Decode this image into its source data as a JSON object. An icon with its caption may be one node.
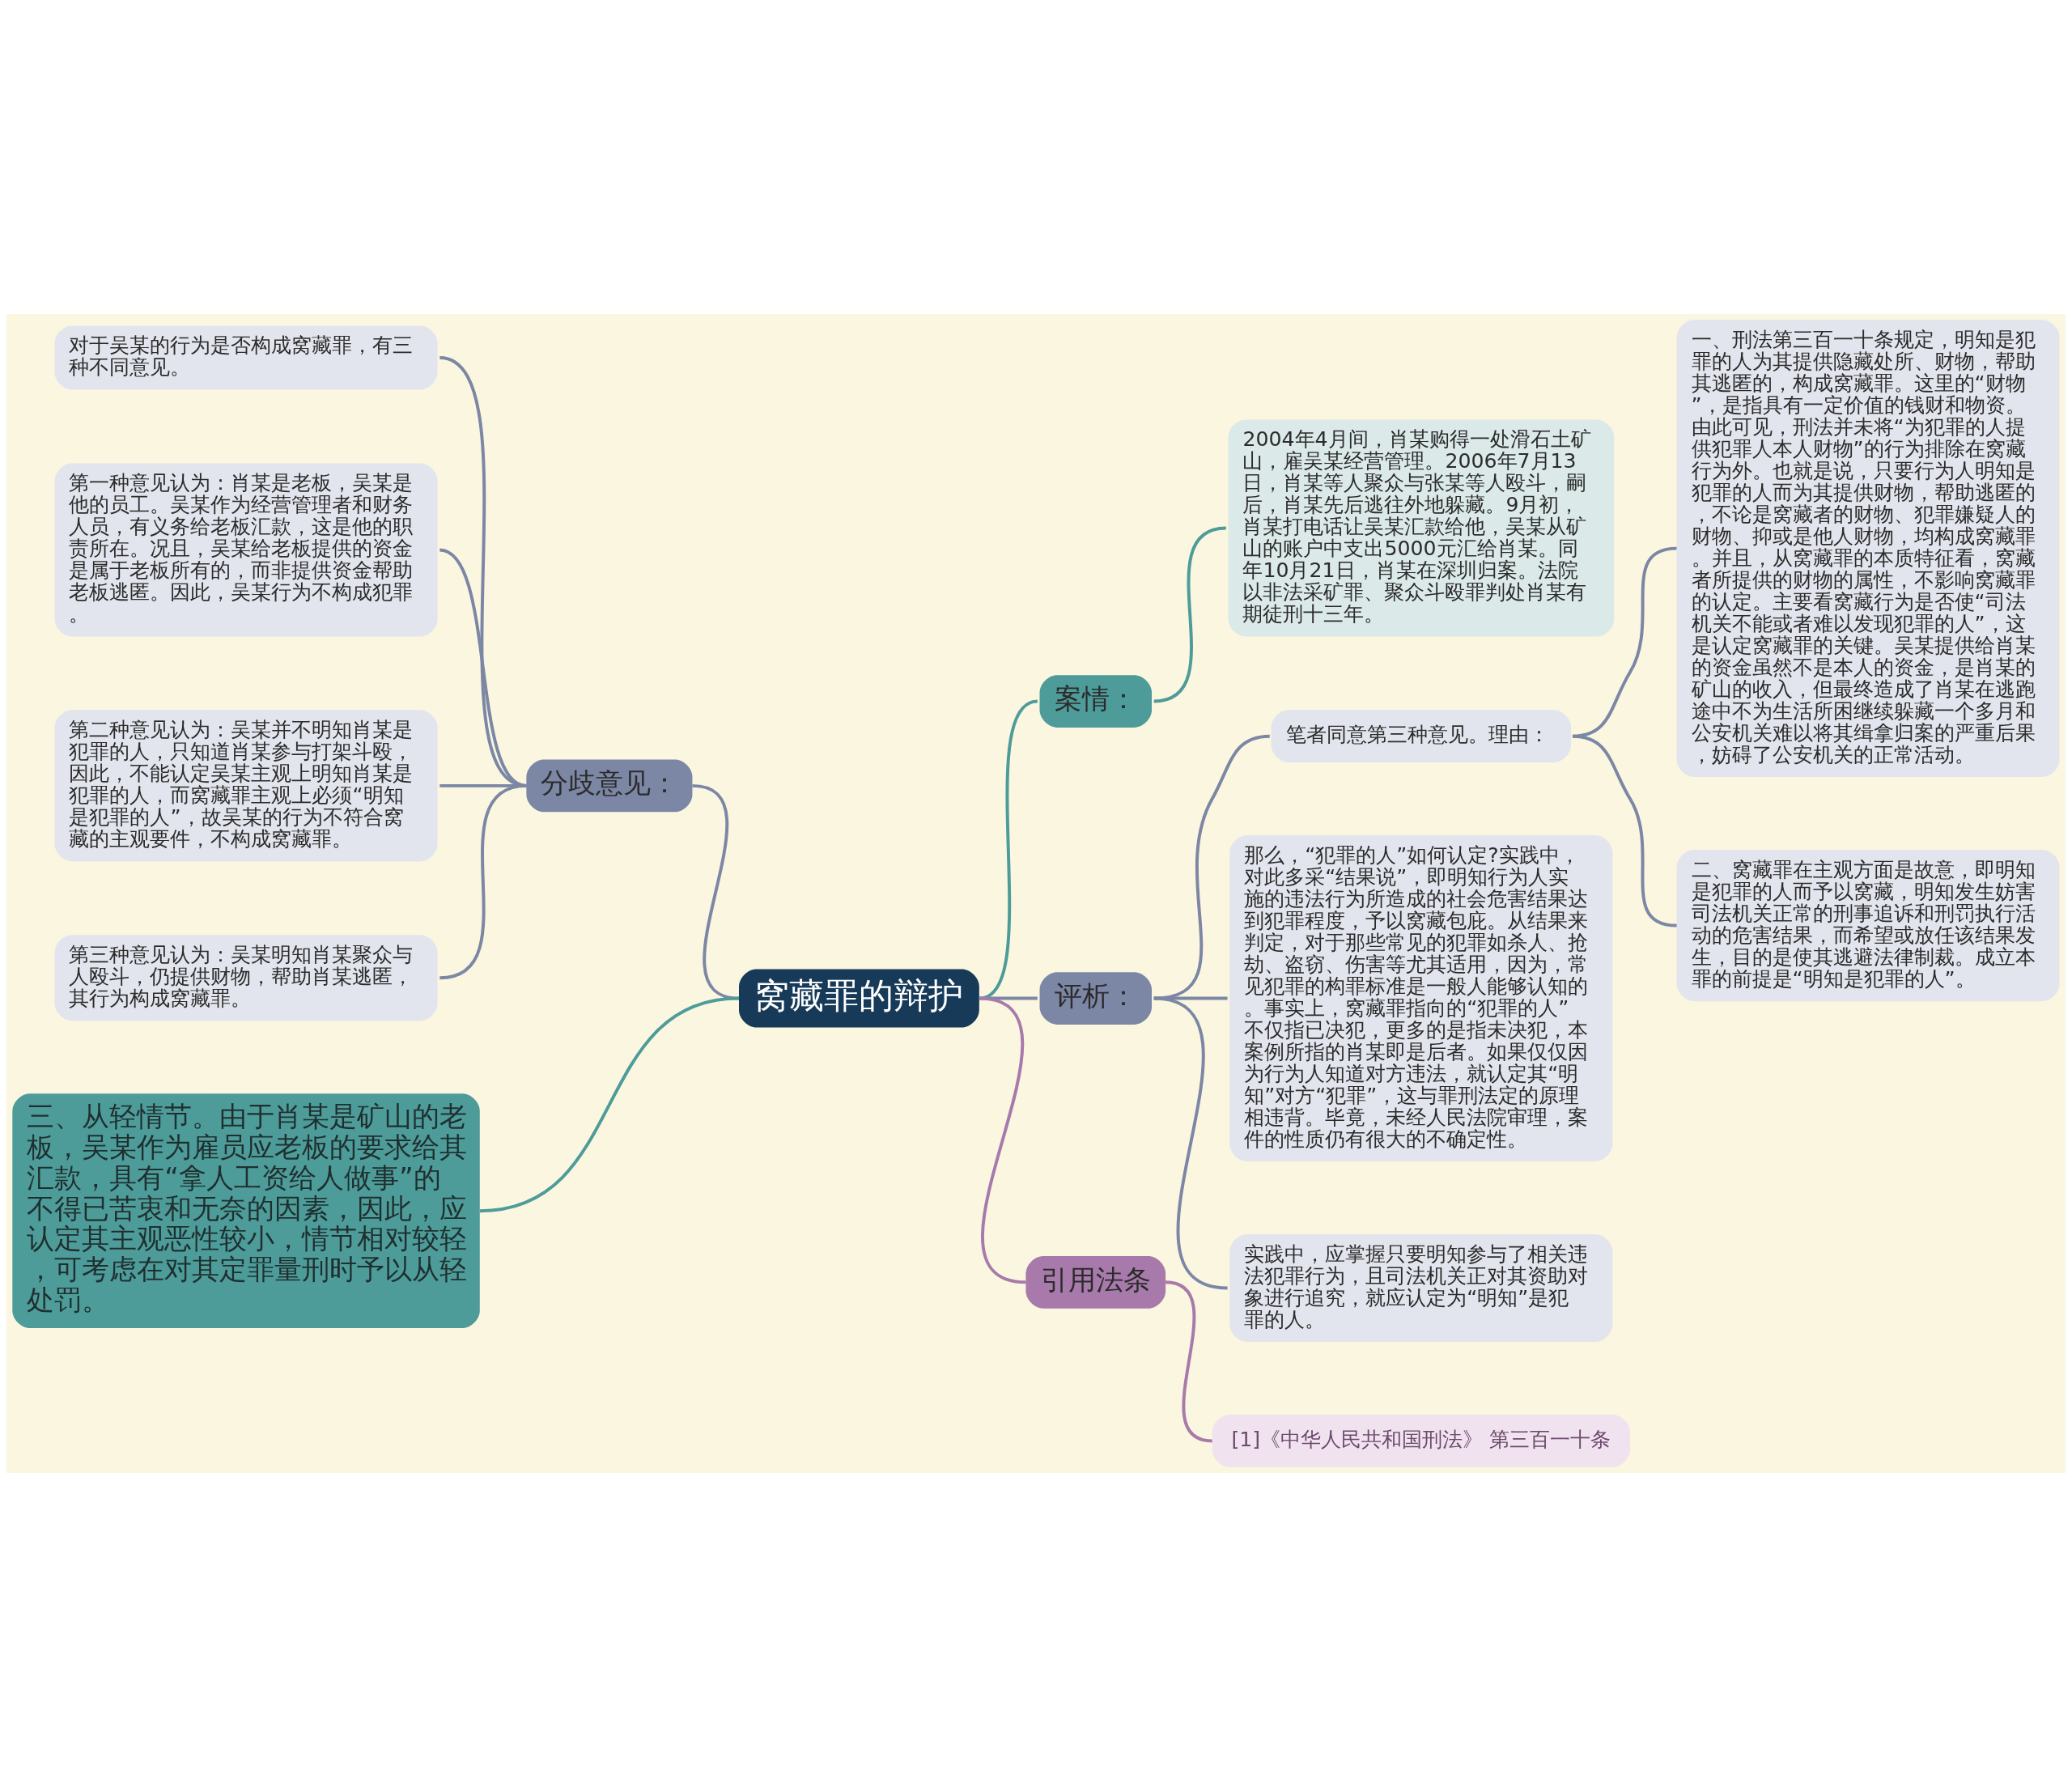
{
  "diagram": {
    "nodes": [
      {
        "text": [
          "窝藏罪的辩护"
        ]
      },
      {
        "text": [
          "分歧意见："
        ]
      },
      {
        "text": [
          "对于吴某的行为是否构成窝藏罪，有三种不同意见。"
        ]
      },
      {
        "text": [
          "第一种意见认为：肖某是老板，吴某是他的员工。吴某作为经营管理者和财务人员，有义务给老板汇款，这是他的职责所在。况且，吴某给老板提供的资金是属于老板所有的，而非提供资金帮助老板逃匿。因此，吴某行为不构成犯罪。"
        ]
      },
      {
        "text": [
          "第二种意见认为：吴某并不明知肖某是犯罪的人，只知道肖某参与打架斗殴，因此，不能认定吴某主观上明知肖某是犯罪的人，而窝藏罪主观上必须“明知是犯罪的人”，故吴某的行为不符合窝藏的主观要件，不构成窝藏罪。"
        ]
      },
      {
        "text": [
          "第三种意见认为：吴某明知肖某聚众与人殴斗，仍提供财物，帮助肖某逃匿，其行为构成窝藏罪。"
        ]
      },
      {
        "text": [
          "三、从轻情节。由于肖某是矿山的老板，吴某作为雇员应老板的要求给其汇款，具有“拿人工资给人做事”的不得已苦衷和无奈的因素，因此，应认定其主观恶性较小，情节相对较轻，可考虑在对其定罪量刑时予以从轻处罚。"
        ]
      },
      {
        "text": [
          "案情："
        ]
      },
      {
        "text": [
          "2004年4月间，肖某购得一处滑石土矿山，雇吴某经营管理。2006年7月13日，肖某等人聚众与张某等人殴斗，嗣后，肖某先后逃往外地躲藏。9月初，肖某打电话让吴某汇款给他，吴某从矿山的账户中支出5000元汇给肖某。同年10月21日，肖某在深圳归案。法院以非法采矿罪、聚众斗殴罪判处肖某有期徒刑十三年。"
        ]
      },
      {
        "text": [
          "评析："
        ]
      },
      {
        "text": [
          "笔者同意第三种意见。理由："
        ]
      },
      {
        "text": [
          "一、刑法第三百一十条规定，明知是犯罪的人为其提供隐藏处所、财物，帮助其逃匿的，构成窝藏罪。这里的“财物”，是指具有一定价值的钱财和物资。由此可见，刑法并未将“为犯罪的人提供犯罪人本人财物”的行为排除在窝藏行为外。也就是说，只要行为人明知是犯罪的人而为其提供财物，帮助逃匿的，不论是窝藏者的财物、犯罪嫌疑人的财物、抑或是他人财物，均构成窝藏罪。并且，从窝藏罪的本质特征看，窝藏者所提供的财物的属性，不影响窝藏罪的认定。主要看窝藏行为是否使“司法机关不能或者难以发现犯罪的人”，这是认定窝藏罪的关键。吴某提供给肖某的资金虽然不是本人的资金，是肖某的矿山的收入，但最终造成了肖某在逃跑途中不为生活所困继续躲藏一个多月和公安机关难以将其缉拿归案的严重后果，妨碍了公安机关的正常活动。"
        ]
      },
      {
        "text": [
          "二、窝藏罪在主观方面是故意，即明知是犯罪的人而予以窝藏，明知发生妨害司法机关正常的刑事追诉和刑罚执行活动的危害结果，而希望或放任该结果发生，目的是使其逃避法律制裁。成立本罪的前提是“明知是犯罪的人”。"
        ]
      },
      {
        "text": [
          "那么，“犯罪的人”如何认定?实践中，对此多采“结果说”，即明知行为人实施的违法行为所造成的社会危害结果达到犯罪程度，予以窝藏包庇。从结果来判定，对于那些常见的犯罪如杀人、抢劫、盗窃、伤害等尤其适用，因为，常见犯罪的构罪标准是一般人能够认知的。事实上，窝藏罪指向的“犯罪的人”不仅指已决犯，更多的是指未决犯，本案例所指的肖某即是后者。如果仅仅因为行为人知道对方违法，就认定其“明知”对方“犯罪”，这与罪刑法定的原理相违背。毕竟，未经人民法院审理，案件的性质仍有很大的不确定性。"
        ]
      },
      {
        "text": [
          "实践中，应掌握只要明知参与了相关违法犯罪行为，且司法机关正对其资助对象进行追究，就应认定为“明知”是犯罪的人。"
        ]
      },
      {
        "text": [
          "引用法条"
        ]
      },
      {
        "text": [
          "[1]《中华人民共和国刑法》 第三百一十条"
        ]
      }
    ],
    "edges": [
      {
        "from": 0,
        "to": 1,
        "arrow": "none"
      },
      {
        "from": 1,
        "to": 2,
        "arrow": "none"
      },
      {
        "from": 1,
        "to": 3,
        "arrow": "none"
      },
      {
        "from": 1,
        "to": 4,
        "arrow": "none"
      },
      {
        "from": 1,
        "to": 5,
        "arrow": "none"
      },
      {
        "from": 0,
        "to": 6,
        "arrow": "none",
        "color": "#4e9c9a"
      },
      {
        "from": 0,
        "to": 7,
        "arrow": "none",
        "color": "#4e9c9a"
      },
      {
        "from": 7,
        "to": 8,
        "arrow": "none",
        "color": "#4e9c9a"
      },
      {
        "from": 0,
        "to": 9,
        "arrow": "none"
      },
      {
        "from": 9,
        "to": 10,
        "arrow": "none"
      },
      {
        "from": 10,
        "to": 11,
        "arrow": "none"
      },
      {
        "from": 10,
        "to": 12,
        "arrow": "none"
      },
      {
        "from": 9,
        "to": 13,
        "arrow": "none"
      },
      {
        "from": 9,
        "to": 14,
        "arrow": "none"
      },
      {
        "from": 0,
        "to": 15,
        "arrow": "none",
        "color": "#a87aab"
      },
      {
        "from": 15,
        "to": 16,
        "arrow": "none",
        "color": "#a87aab"
      }
    ]
  }
}
